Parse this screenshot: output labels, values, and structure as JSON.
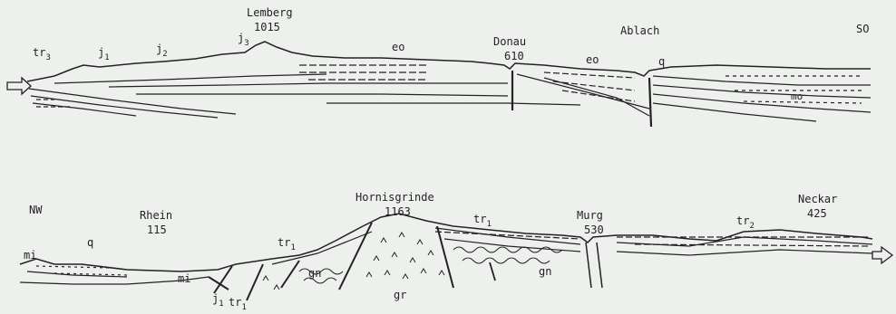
{
  "upper_section": {
    "labels": {
      "tr3": "tr",
      "tr3_sub": "3",
      "j1": "j",
      "j1_sub": "1",
      "j2": "j",
      "j2_sub": "2",
      "j3": "j",
      "j3_sub": "3",
      "lemberg": "Lemberg",
      "lemberg_elev": "1015",
      "eo_left": "eo",
      "donau": "Donau",
      "donau_elev": "610",
      "eo_right": "eo",
      "ablach": "Ablach",
      "q": "q",
      "so": "SO",
      "mo": "mo"
    }
  },
  "lower_section": {
    "labels": {
      "nw": "NW",
      "mi_left": "mi",
      "q": "q",
      "rhein": "Rhein",
      "rhein_elev": "115",
      "tr1_a": "tr",
      "tr1_a_sub": "1",
      "mi_lower": "mi",
      "j1": "j",
      "j1_sub": "1",
      "tr1_b": "tr",
      "tr1_b_sub": "1",
      "gn_left": "gn",
      "hornisgrinde": "Hornisgrinde",
      "hornisgrinde_elev": "1163",
      "gr": "gr",
      "tr1_c": "tr",
      "tr1_c_sub": "1",
      "murg": "Murg",
      "murg_elev": "530",
      "gn_right": "gn",
      "tr2": "tr",
      "tr2_sub": "2",
      "neckar": "Neckar",
      "neckar_elev": "425"
    }
  },
  "colors": {
    "ink": "#222222",
    "paper": "#eef0ee"
  }
}
